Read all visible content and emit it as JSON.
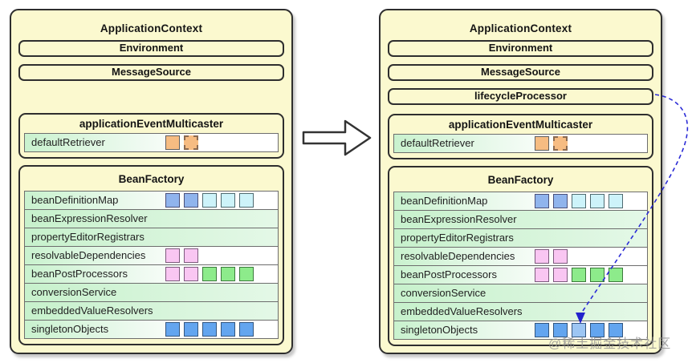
{
  "watermark": "@稀土掘金技术社区",
  "colors": {
    "panel_bg": "#fbf9cf",
    "border_dark": "#2e2e2e",
    "row_green_left": "#c7f1cc",
    "row_green_right": "#e4f8e7",
    "dashed_arrow_blue": "#2b2bd6",
    "square_blue": "#63a5ef",
    "square_blue_light": "#9dc6f3",
    "square_periwinkle": "#90b4ed",
    "square_cyan": "#cdf3fa",
    "square_pink": "#f9c6f2",
    "square_green": "#8deb8b",
    "square_orange": "#f6bc82"
  },
  "panels": [
    {
      "title": "ApplicationContext",
      "boxes": [
        {
          "label": "Environment"
        },
        {
          "label": "MessageSource"
        }
      ],
      "multicaster": {
        "title": "applicationEventMulticaster",
        "row": {
          "label": "defaultRetriever",
          "squares": [
            "orange",
            "orange-dashed"
          ]
        }
      },
      "beanfactory": {
        "title": "BeanFactory",
        "rows": [
          {
            "label": "beanDefinitionMap",
            "squares": [
              "periwinkle",
              "periwinkle",
              "cyan",
              "cyan",
              "cyan"
            ]
          },
          {
            "label": "beanExpressionResolver",
            "squares": []
          },
          {
            "label": "propertyEditorRegistrars",
            "squares": []
          },
          {
            "label": "resolvableDependencies",
            "squares": [
              "pink",
              "pink"
            ]
          },
          {
            "label": "beanPostProcessors",
            "squares": [
              "pink",
              "pink",
              "green",
              "green",
              "green"
            ]
          },
          {
            "label": "conversionService",
            "squares": []
          },
          {
            "label": "embeddedValueResolvers",
            "squares": []
          },
          {
            "label": "singletonObjects",
            "squares": [
              "blue",
              "blue",
              "blue",
              "blue",
              "blue"
            ]
          }
        ]
      }
    },
    {
      "title": "ApplicationContext",
      "boxes": [
        {
          "label": "Environment"
        },
        {
          "label": "MessageSource"
        },
        {
          "label": "lifecycleProcessor"
        }
      ],
      "multicaster": {
        "title": "applicationEventMulticaster",
        "row": {
          "label": "defaultRetriever",
          "squares": [
            "orange",
            "orange-dashed"
          ]
        }
      },
      "beanfactory": {
        "title": "BeanFactory",
        "rows": [
          {
            "label": "beanDefinitionMap",
            "squares": [
              "periwinkle",
              "periwinkle",
              "cyan",
              "cyan",
              "cyan"
            ]
          },
          {
            "label": "beanExpressionResolver",
            "squares": []
          },
          {
            "label": "propertyEditorRegistrars",
            "squares": []
          },
          {
            "label": "resolvableDependencies",
            "squares": [
              "pink",
              "pink"
            ]
          },
          {
            "label": "beanPostProcessors",
            "squares": [
              "pink",
              "pink",
              "green",
              "green",
              "green"
            ]
          },
          {
            "label": "conversionService",
            "squares": []
          },
          {
            "label": "embeddedValueResolvers",
            "squares": []
          },
          {
            "label": "singletonObjects",
            "squares": [
              "blue",
              "blue",
              "blue-light",
              "blue",
              "blue"
            ]
          }
        ]
      }
    }
  ]
}
